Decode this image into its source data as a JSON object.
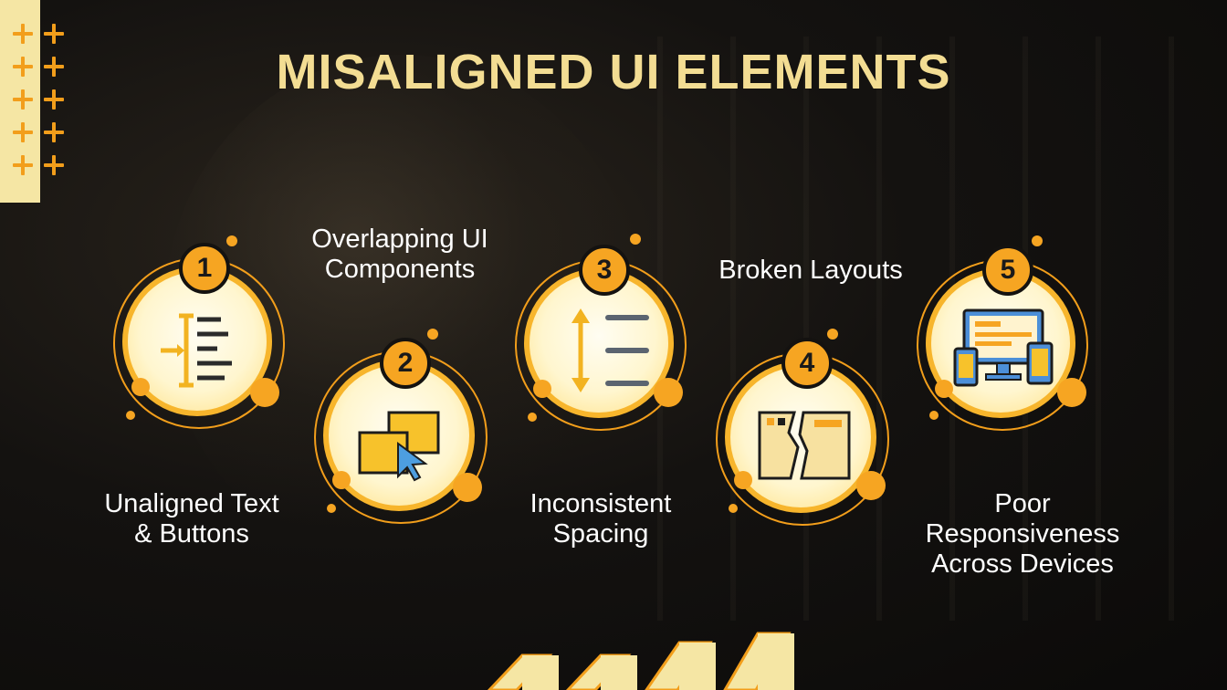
{
  "title": "MISALIGNED UI ELEMENTS",
  "steps": [
    {
      "number": "1",
      "label_line1": "Unaligned Text",
      "label_line2": "& Buttons",
      "icon": "alignment-lines-icon"
    },
    {
      "number": "2",
      "label_line1": "Overlapping UI",
      "label_line2": "Components",
      "icon": "overlapping-windows-cursor-icon"
    },
    {
      "number": "3",
      "label_line1": "Inconsistent",
      "label_line2": "Spacing",
      "icon": "vertical-spacing-arrows-icon"
    },
    {
      "number": "4",
      "label_line1": "Broken Layouts",
      "icon": "broken-window-icon"
    },
    {
      "number": "5",
      "label_line1": "Poor",
      "label_line2": "Responsiveness",
      "label_line3": "Across Devices",
      "icon": "multi-device-icon"
    }
  ],
  "colors": {
    "accent": "#f6a522",
    "title": "#f3dd93",
    "disc": "#fff6cf",
    "strip": "#f5e6a4"
  }
}
